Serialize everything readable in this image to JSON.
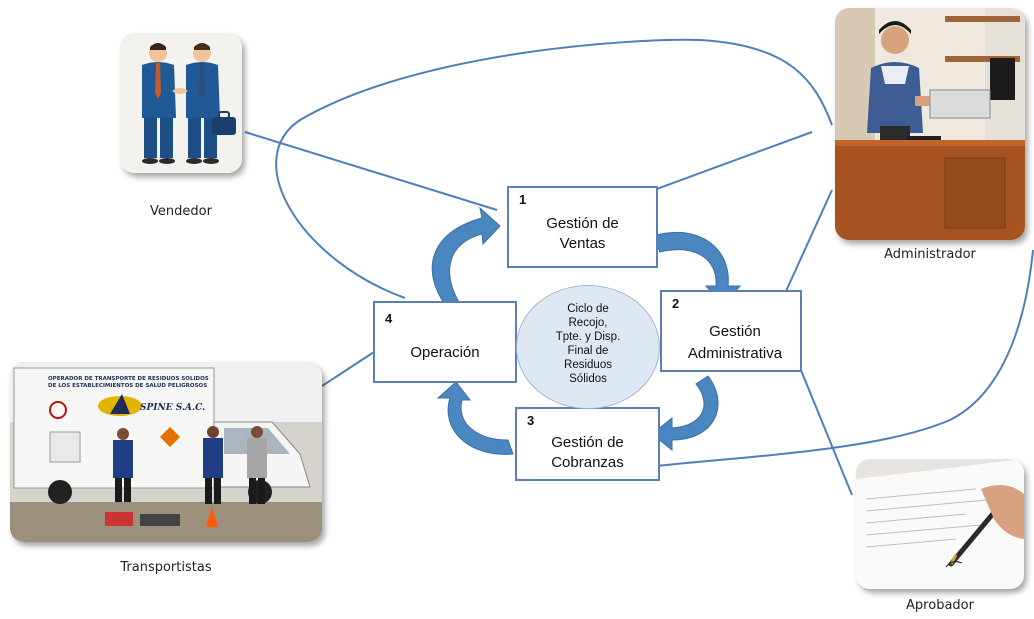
{
  "actors": {
    "vendedor": "Vendedor",
    "administrador": "Administrador",
    "aprobador": "Aprobador",
    "transportistas": "Transportistas"
  },
  "steps": [
    {
      "num": "1",
      "line1": "Gestión de",
      "line2": "Ventas"
    },
    {
      "num": "2",
      "line1": "Gestión",
      "line2": "Administrativa"
    },
    {
      "num": "3",
      "line1": "Gestión de",
      "line2": "Cobranzas"
    },
    {
      "num": "4",
      "line1": "Operación",
      "line2": ""
    }
  ],
  "center": {
    "lines": [
      "Ciclo de",
      "Recojo,",
      "Tpte. y Disp.",
      "Final de",
      "Residuos",
      "Sólidos"
    ]
  },
  "truck_text": {
    "header1": "OPERADOR DE TRANSPORTE DE RESIDUOS SOLIDOS",
    "header2": "DE LOS ESTABLECIMIENTOS DE SALUD PELIGROSOS",
    "company": "SPINE S.A.C."
  },
  "colors": {
    "connector": "#4f7fb8",
    "box_border": "#5b7fb6",
    "cycle_arrow": "#4a86c0",
    "circle_fill": "#dde8f4"
  }
}
